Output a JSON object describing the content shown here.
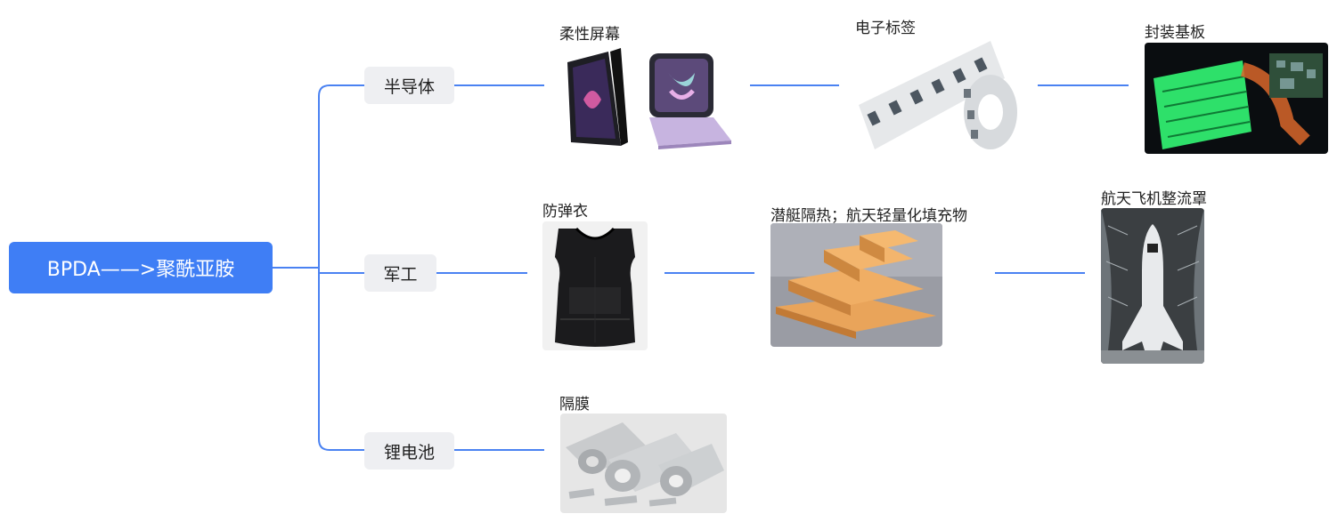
{
  "root": {
    "label": "BPDA——>聚酰亚胺"
  },
  "categories": [
    {
      "label": "半导体"
    },
    {
      "label": "军工"
    },
    {
      "label": "锂电池"
    }
  ],
  "items": {
    "flexible_screen": {
      "label": "柔性屏幕"
    },
    "electronic_tag": {
      "label": "电子标签"
    },
    "package_substrate": {
      "label": "封装基板"
    },
    "body_armor": {
      "label": "防弹衣"
    },
    "submarine_insulation": {
      "label": "潜艇隔热；航天轻量化填充物"
    },
    "spacecraft_fairing": {
      "label": "航天飞机整流罩"
    },
    "separator": {
      "label": "隔膜"
    }
  },
  "colors": {
    "accent": "#3f7ef5",
    "category_bg": "#eeeff2",
    "link": "#4a82f2"
  }
}
